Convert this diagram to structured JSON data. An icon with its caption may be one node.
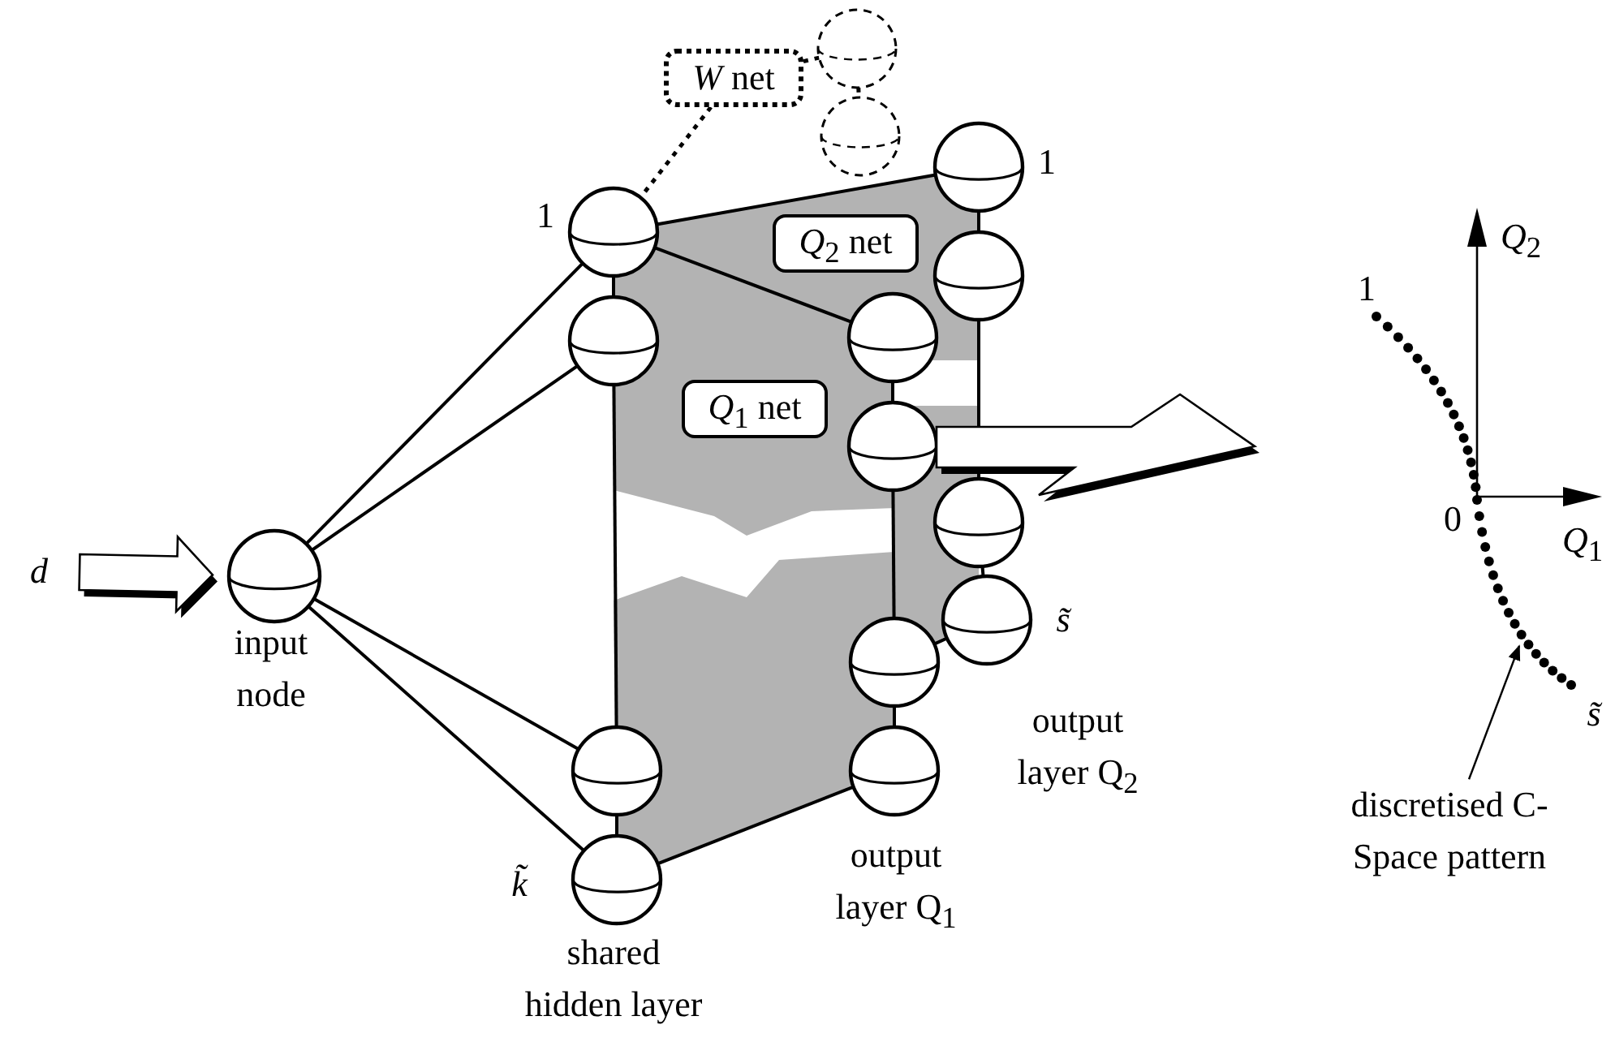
{
  "diagram": {
    "nodes": [
      {
        "text": [
          "d"
        ]
      },
      {
        "text": [],
        "shape": "circle",
        "beside": [
          "input node"
        ]
      },
      {
        "text": [
          "*W* net"
        ]
      },
      {
        "text": [],
        "shape": "circle"
      },
      {
        "text": [],
        "shape": "circle"
      },
      {
        "text": [],
        "shape": "circle",
        "beside": [
          "1"
        ]
      },
      {
        "text": [],
        "shape": "circle"
      },
      {
        "text": [],
        "shape": "circle"
      },
      {
        "text": [],
        "shape": "circle",
        "beside": [
          "k̃"
        ]
      },
      {
        "text": [
          "*Q*$_{2}$ net"
        ]
      },
      {
        "text": [
          "*Q*$_{1}$ net"
        ]
      },
      {
        "text": [],
        "shape": "circle"
      },
      {
        "text": [],
        "shape": "circle"
      },
      {
        "text": [],
        "shape": "circle"
      },
      {
        "text": [],
        "shape": "circle"
      },
      {
        "text": [],
        "shape": "circle",
        "beside": [
          "1"
        ]
      },
      {
        "text": [],
        "shape": "circle"
      },
      {
        "text": [],
        "shape": "circle"
      },
      {
        "text": [],
        "shape": "circle",
        "beside": [
          "s̃"
        ]
      },
      {
        "text": [],
        "shape": "curve"
      },
      {
        "text": [
          "discretised C-Space pattern"
        ]
      }
    ],
    "edges": [
      {
        "from": 0,
        "to": 1,
        "arrow": "to",
        "style": "thick"
      },
      {
        "from": 1,
        "to": 5,
        "arrow": "none"
      },
      {
        "from": 1,
        "to": 6,
        "arrow": "none"
      },
      {
        "from": 1,
        "to": 7,
        "arrow": "none"
      },
      {
        "from": 1,
        "to": 8,
        "arrow": "none"
      },
      {
        "from": 5,
        "to": 6,
        "arrow": "none"
      },
      {
        "from": 6,
        "to": 7,
        "arrow": "none"
      },
      {
        "from": 7,
        "to": 8,
        "arrow": "none"
      },
      {
        "from": 5,
        "to": 11,
        "arrow": "none"
      },
      {
        "from": 5,
        "to": 15,
        "arrow": "none"
      },
      {
        "from": 11,
        "to": 12,
        "arrow": "none"
      },
      {
        "from": 12,
        "to": 13,
        "arrow": "none"
      },
      {
        "from": 13,
        "to": 14,
        "arrow": "none"
      },
      {
        "from": 15,
        "to": 16,
        "arrow": "none"
      },
      {
        "from": 16,
        "to": 17,
        "arrow": "none"
      },
      {
        "from": 17,
        "to": 18,
        "arrow": "none"
      },
      {
        "from": 18,
        "to": 13,
        "arrow": "none"
      },
      {
        "from": 8,
        "to": 14,
        "arrow": "none"
      },
      {
        "from": 2,
        "to": 5,
        "arrow": "none",
        "style": "dashed"
      },
      {
        "from": 2,
        "to": 3,
        "arrow": "none",
        "style": "dashed"
      },
      {
        "from": 3,
        "to": 4,
        "arrow": "none",
        "style": "dashed"
      },
      {
        "from": 12,
        "to": 19,
        "arrow": "to",
        "style": "thick"
      },
      {
        "from": 20,
        "to": 19,
        "arrow": "to"
      }
    ],
    "labels": [
      "*Q*$_{2}$",
      "1",
      "0",
      "*Q*$_{1}$",
      "output layer Q$_{2}$",
      "s̃",
      "output layer Q$_{1}$",
      "shared hidden layer"
    ]
  }
}
